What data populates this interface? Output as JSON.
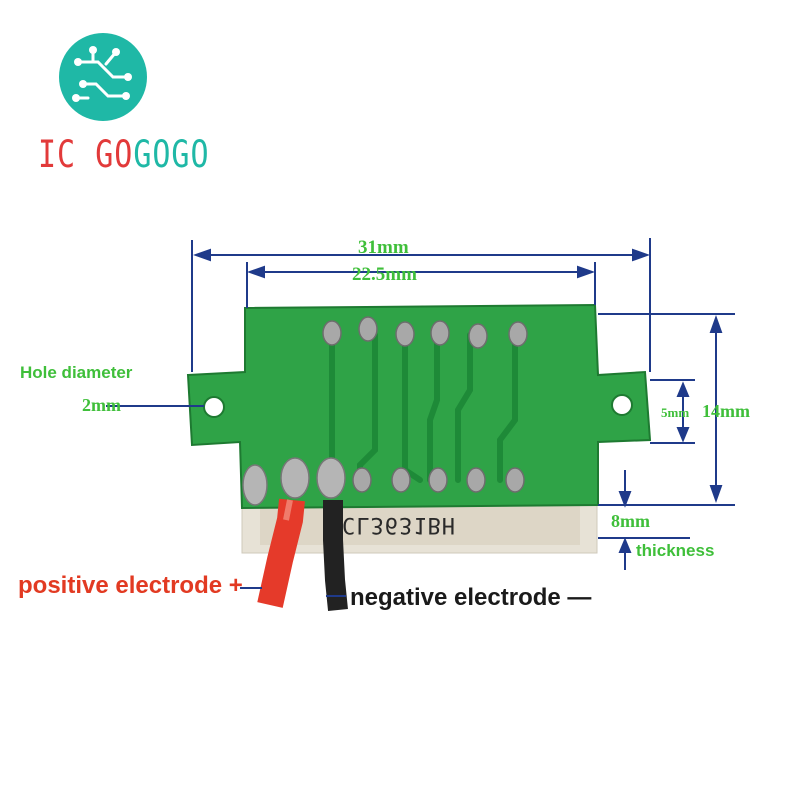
{
  "brand": {
    "part1": "IC ",
    "part2": "GO",
    "part3": "GOGO",
    "logo_icon": "circuit-board-icon",
    "colors": {
      "red": "#e23a3a",
      "teal": "#1fb8a6"
    }
  },
  "dimensions": {
    "width_outer": "31mm",
    "width_inner": "22.5mm",
    "height": "14mm",
    "hole_spacing": "5mm",
    "thickness": "8mm"
  },
  "labels": {
    "hole_diameter_title": "Hole diameter",
    "hole_diameter_value": "2mm",
    "thickness": "thickness",
    "positive": "positive electrode +",
    "negative": "negative electrode —"
  },
  "part_code": "CL3631BH",
  "colors": {
    "dimension_line": "#1f3a8a",
    "dimension_text": "#3fbf3a",
    "pcb_green": "#2fa347",
    "positive_wire": "#e53a2a",
    "negative_wire": "#222222"
  }
}
